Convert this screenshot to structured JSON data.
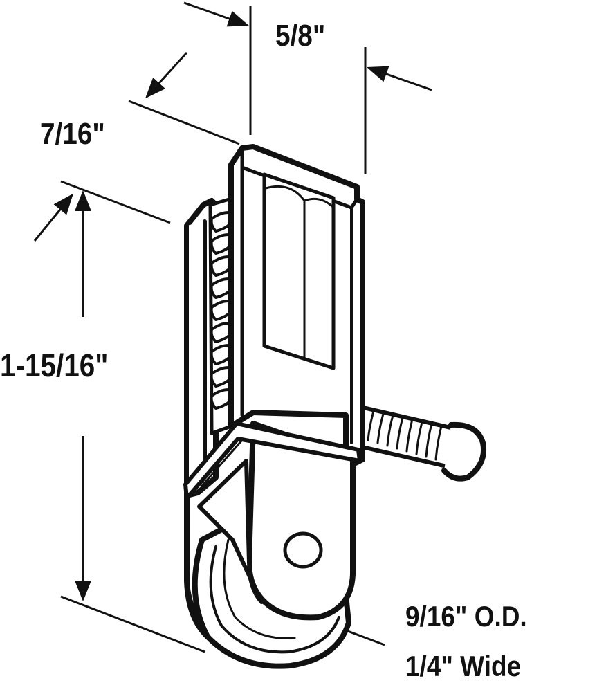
{
  "labels": {
    "width": "5/8\"",
    "depth": "7/16\"",
    "height": "1-15/16\"",
    "wheel_diameter": "9/16\" O.D.",
    "wheel_width": "1/4\" Wide"
  },
  "colors": {
    "ink": "#111111",
    "fill": "#ffffff"
  }
}
